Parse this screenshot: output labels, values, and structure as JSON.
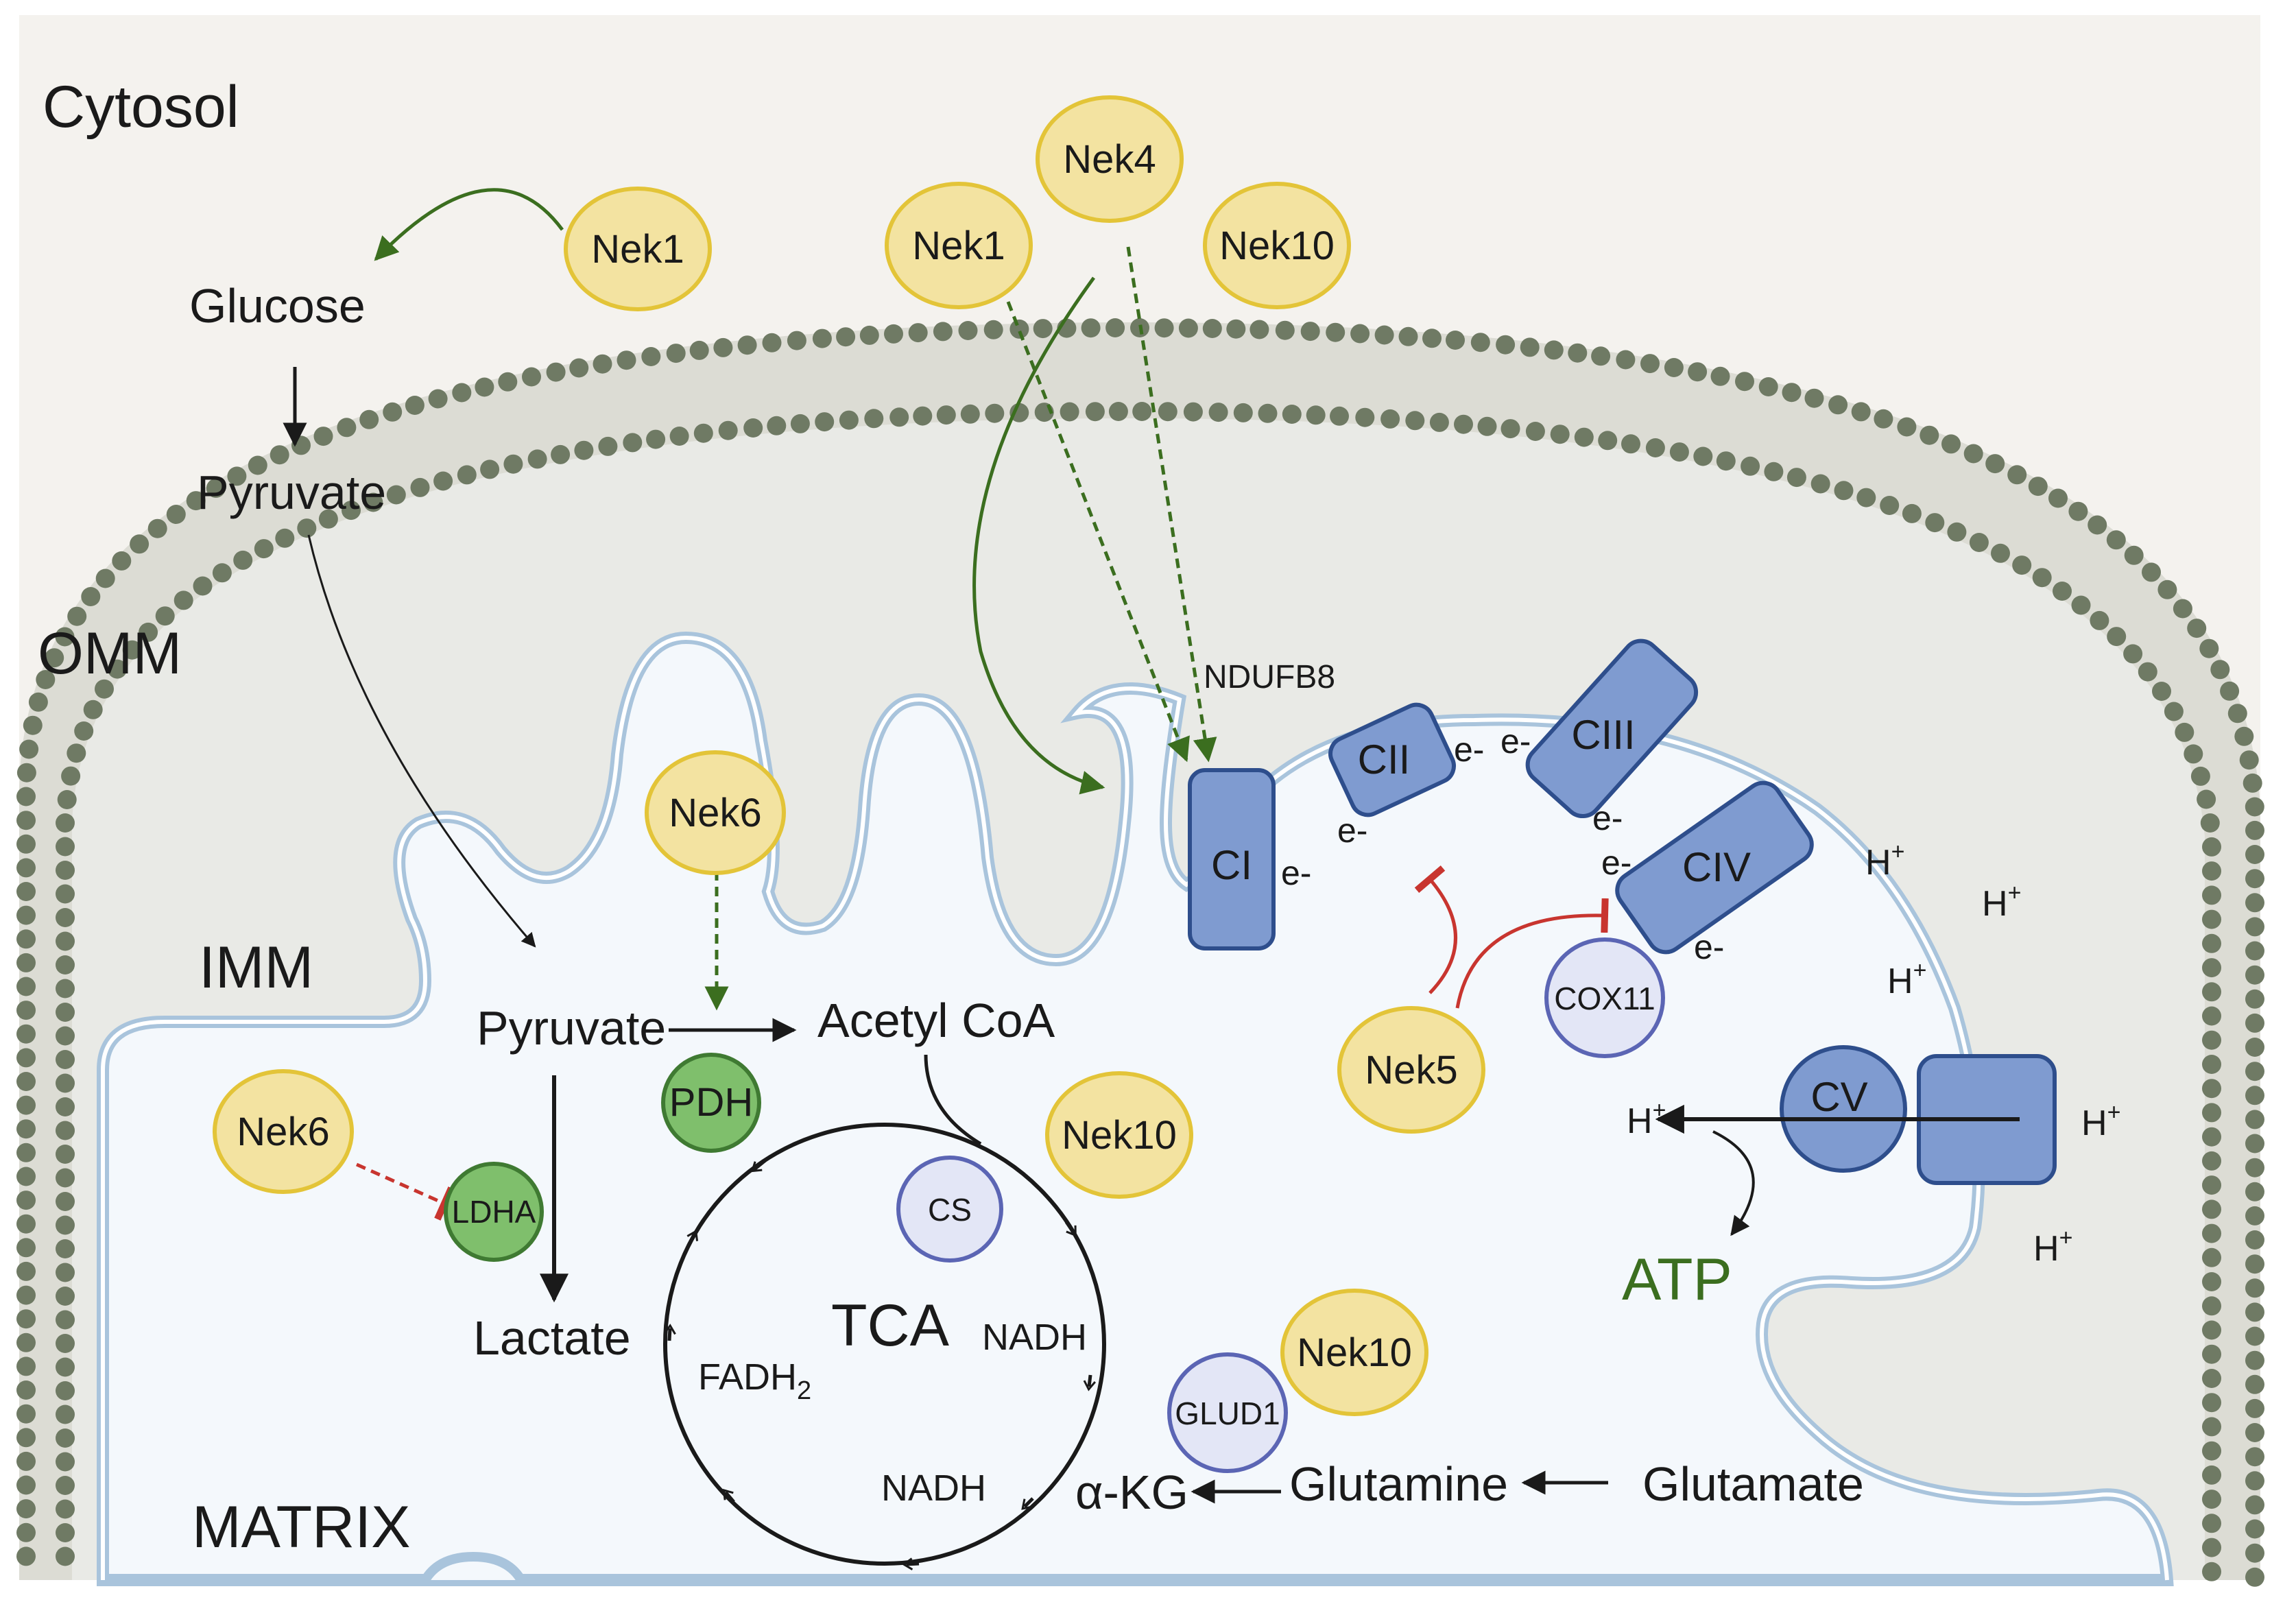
{
  "compartments": {
    "cytosol": "Cytosol",
    "omm": "OMM",
    "imm": "IMM",
    "matrix": "MATRIX"
  },
  "neks": {
    "nek1_left": "Nek1",
    "nek1_top": "Nek1",
    "nek4": "Nek4",
    "nek10_top": "Nek10",
    "nek6_top": "Nek6",
    "nek6_left": "Nek6",
    "nek5": "Nek5",
    "nek10_tca": "Nek10",
    "nek10_glud": "Nek10"
  },
  "metabolites": {
    "glucose": "Glucose",
    "pyruvate_cytosol": "Pyruvate",
    "pyruvate_matrix": "Pyruvate",
    "acetyl_coa": "Acetyl CoA",
    "lactate": "Lactate",
    "tca": "TCA",
    "nadh_1": "NADH",
    "nadh_2": "NADH",
    "fadh2": "FADH",
    "fadh2_sub": "2",
    "akg": "α-KG",
    "glutamine": "Glutamine",
    "glutamate": "Glutamate",
    "atp": "ATP"
  },
  "enzymes": {
    "pdh": "PDH",
    "ldha": "LDHA",
    "cs": "CS",
    "glud1": "GLUD1",
    "cox11": "COX11",
    "ndufb8": "NDUFB8"
  },
  "complexes": {
    "ci": "CI",
    "cii": "CII",
    "ciii": "CIII",
    "civ": "CIV",
    "cv": "CV"
  },
  "electrons": [
    "e-",
    "e-",
    "e-",
    "e-",
    "e-",
    "e-",
    "e-"
  ],
  "protons": {
    "base": "H",
    "sup": "+"
  },
  "colors": {
    "cytosol_bg": "#f4f2ee",
    "membrane_space_bg": "#e9eae6",
    "lipid_head": "#6f7a64",
    "imm_outline": "#a9c4dc",
    "matrix_bg": "#f4f8fc",
    "nek_fill": "#f3e3a1",
    "nek_stroke": "#e3c438",
    "green_enzyme_fill": "#7fbf6c",
    "green_enzyme_stroke": "#3f7a32",
    "blue_enzyme_fill": "#e3e6f6",
    "blue_enzyme_stroke": "#5b65b4",
    "complex_fill": "#7f9bd0",
    "complex_stroke": "#2e4e8c",
    "activation_green": "#3b6e1f",
    "inhibition_red": "#c8352f",
    "atp_text": "#3b6e1f"
  }
}
